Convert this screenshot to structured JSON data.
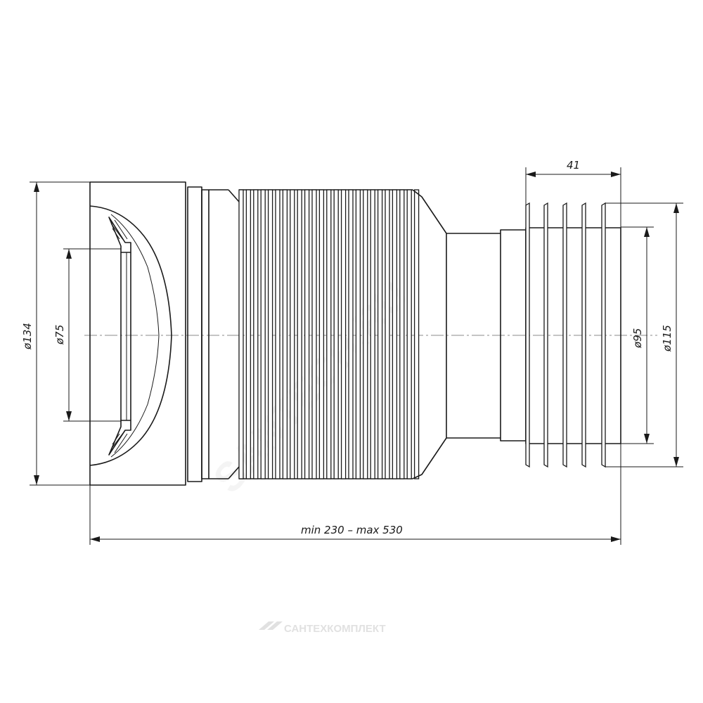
{
  "drawing": {
    "dimensions": {
      "d134": "ø134",
      "d75": "ø75",
      "d95": "ø95",
      "d115": "ø115",
      "cuff_length": "41",
      "total_length": "min 230 – max 530"
    },
    "watermark": {
      "brand": "САНТЕХКОМПЛЕКТ",
      "diagonal": "SANTECH.RU"
    }
  }
}
